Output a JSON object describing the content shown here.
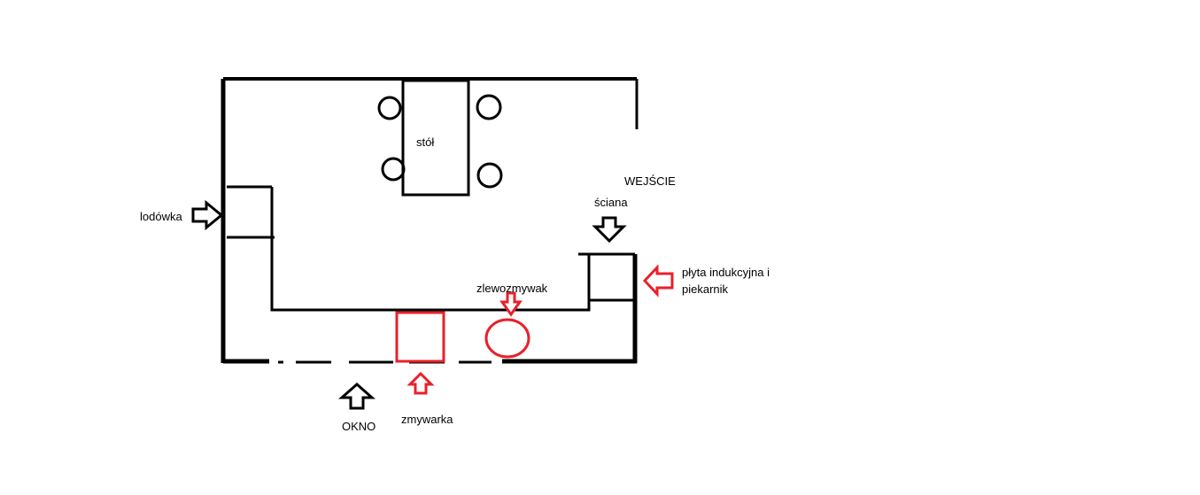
{
  "labels": {
    "table": "stół",
    "fridge": "lodówka",
    "entrance": "WEJŚCIE",
    "wall": "ściana",
    "hob_line1": "płyta indukcyjna i",
    "hob_line2": "piekarnik",
    "sink": "zlewozmywak",
    "window": "OKNO",
    "dishwasher": "zmywarka"
  },
  "colors": {
    "ink": "#000000",
    "accent": "#e8202a"
  }
}
